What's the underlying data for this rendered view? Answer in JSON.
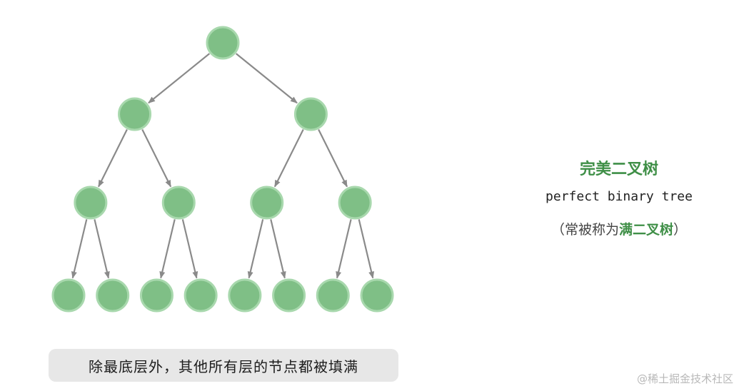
{
  "diagram": {
    "type": "perfect-binary-tree",
    "depth": 4,
    "node_fill": "#7fbf86",
    "node_ring": "#a8d8ad",
    "edge_color": "#8a8a8a"
  },
  "caption": "除最底层外，其他所有层的节点都被填满",
  "side": {
    "title": "完美二叉树",
    "subtitle": "perfect binary tree",
    "note_open": "（常被称为",
    "note_highlight": "满二叉树",
    "note_close": "）"
  },
  "watermark": "@稀土掘金技术社区",
  "colors": {
    "accent_green": "#3f8f47",
    "caption_bg": "#e7e7e7"
  }
}
